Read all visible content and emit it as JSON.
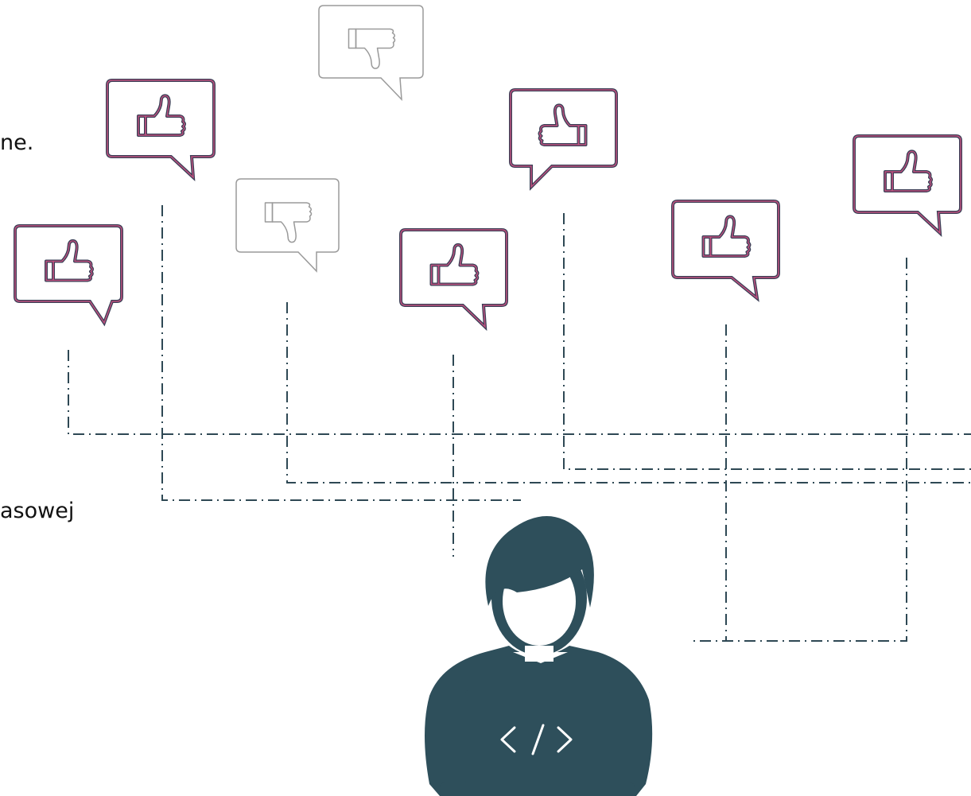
{
  "text_fragments": [
    "ne.",
    "asowej"
  ],
  "feedback_bubbles": [
    {
      "id": "b1",
      "reaction": "thumbs-up",
      "style": "highlighted"
    },
    {
      "id": "b2",
      "reaction": "thumbs-up",
      "style": "highlighted"
    },
    {
      "id": "b3",
      "reaction": "thumbs-down",
      "style": "muted"
    },
    {
      "id": "b4",
      "reaction": "thumbs-down",
      "style": "muted"
    },
    {
      "id": "b5",
      "reaction": "thumbs-up",
      "style": "highlighted"
    },
    {
      "id": "b6",
      "reaction": "thumbs-up",
      "style": "highlighted"
    },
    {
      "id": "b7",
      "reaction": "thumbs-up",
      "style": "highlighted"
    },
    {
      "id": "b8",
      "reaction": "thumbs-up",
      "style": "highlighted"
    }
  ],
  "figure": {
    "name": "developer-at-laptop",
    "screen_glyph": "</>"
  },
  "colors": {
    "bubble_outer": "#3a3f56",
    "bubble_inner": "#c0507f",
    "bubble_muted": "#9a9a9a",
    "connector": "#2e4854",
    "figure": "#2e4f5b",
    "text": "#111111"
  },
  "icons": [
    "thumbs-up-icon",
    "thumbs-down-icon",
    "speech-bubble-icon",
    "developer-icon",
    "code-icon"
  ]
}
